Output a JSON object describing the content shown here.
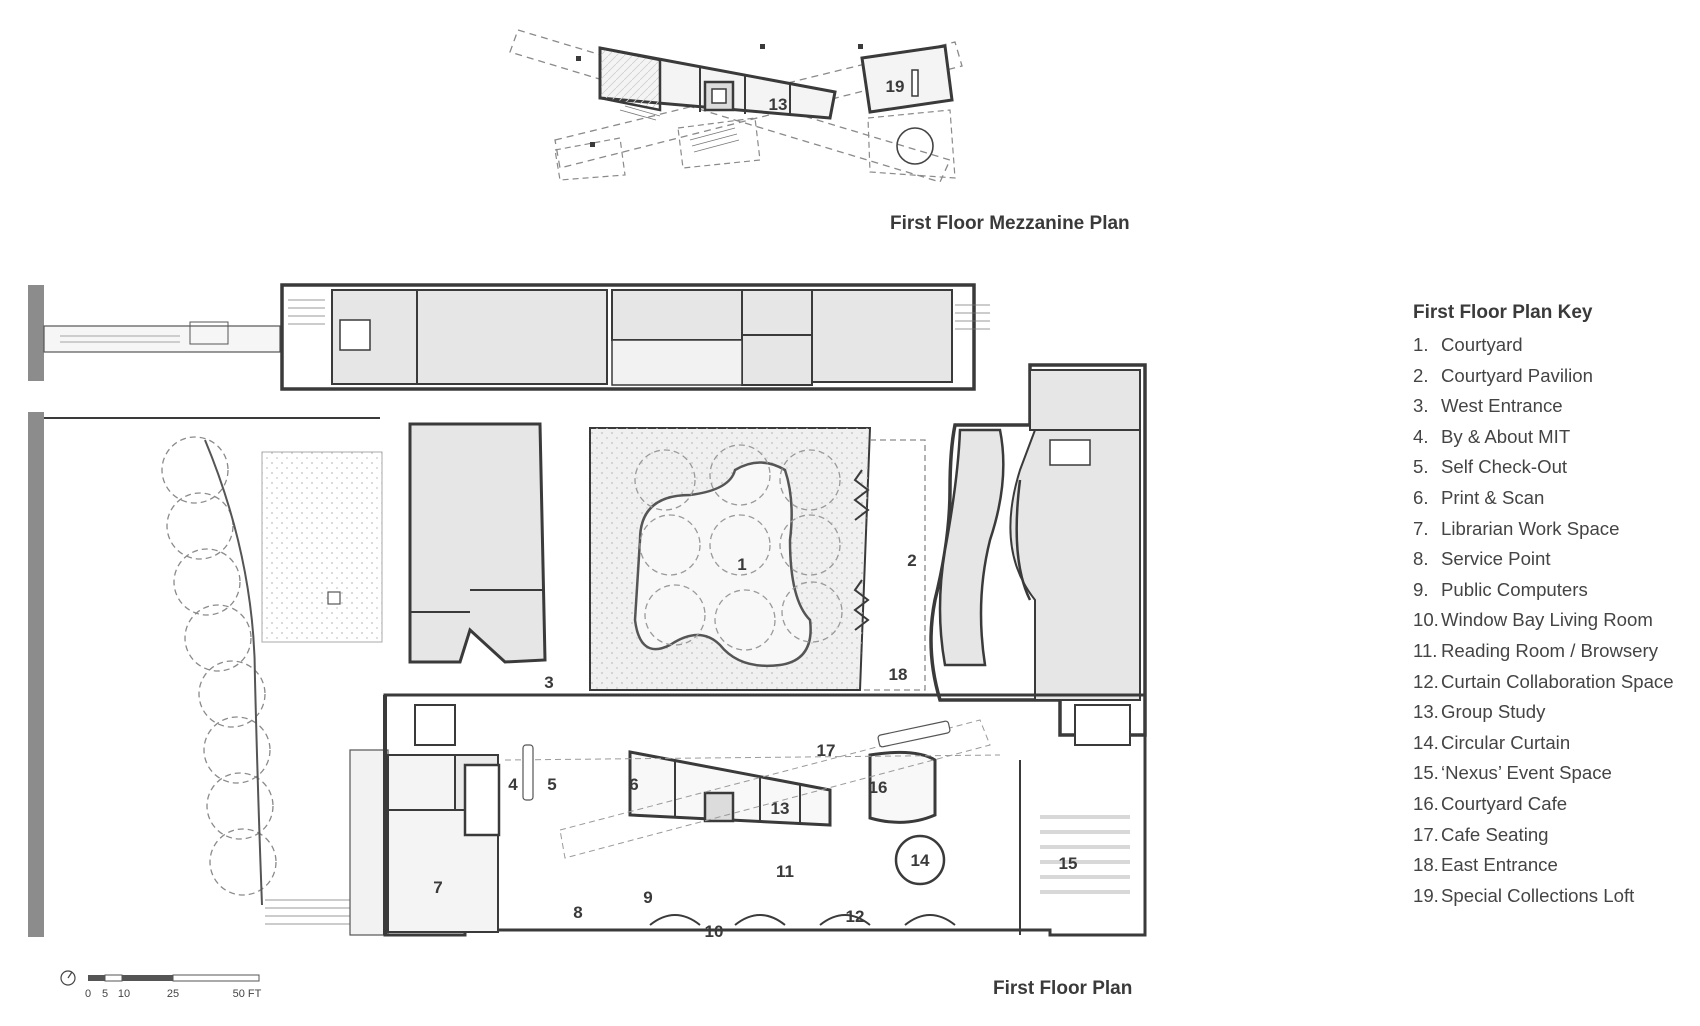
{
  "titles": {
    "mezzanine": "First Floor Mezzanine Plan",
    "floor": "First Floor Plan"
  },
  "key": {
    "title": "First Floor Plan Key",
    "items": [
      {
        "num": "1.",
        "label": "Courtyard"
      },
      {
        "num": "2.",
        "label": "Courtyard Pavilion"
      },
      {
        "num": "3.",
        "label": "West Entrance"
      },
      {
        "num": "4.",
        "label": "By & About MIT"
      },
      {
        "num": "5.",
        "label": "Self Check-Out"
      },
      {
        "num": "6.",
        "label": "Print & Scan"
      },
      {
        "num": "7.",
        "label": "Librarian Work Space"
      },
      {
        "num": "8.",
        "label": "Service Point"
      },
      {
        "num": "9.",
        "label": "Public Computers"
      },
      {
        "num": "10.",
        "label": "Window Bay Living Room"
      },
      {
        "num": "11.",
        "label": "Reading Room / Browsery"
      },
      {
        "num": "12.",
        "label": "Curtain Collaboration Space"
      },
      {
        "num": "13.",
        "label": "Group Study"
      },
      {
        "num": "14.",
        "label": "Circular Curtain"
      },
      {
        "num": "15.",
        "label": "‘Nexus’ Event Space"
      },
      {
        "num": "16.",
        "label": "Courtyard Cafe"
      },
      {
        "num": "17.",
        "label": "Cafe Seating"
      },
      {
        "num": "18.",
        "label": "East Entrance"
      },
      {
        "num": "19.",
        "label": "Special Collections Loft"
      }
    ]
  },
  "plan_labels": {
    "mezz_13": "13",
    "mezz_19": "19",
    "r1": "1",
    "r2": "2",
    "r3": "3",
    "r4": "4",
    "r5": "5",
    "r6": "6",
    "r7": "7",
    "r8": "8",
    "r9": "9",
    "r10": "10",
    "r11": "11",
    "r12": "12",
    "r13": "13",
    "r14": "14",
    "r15": "15",
    "r16": "16",
    "r17": "17",
    "r18": "18"
  },
  "scale_bar": {
    "ticks": [
      "0",
      "5",
      "10",
      "25",
      "50 FT"
    ]
  },
  "colors": {
    "wall": "#3a3a3a",
    "room_fill": "#e6e6e6",
    "courtyard_fill": "#f0f0f0",
    "dash": "#8a8a8a"
  }
}
